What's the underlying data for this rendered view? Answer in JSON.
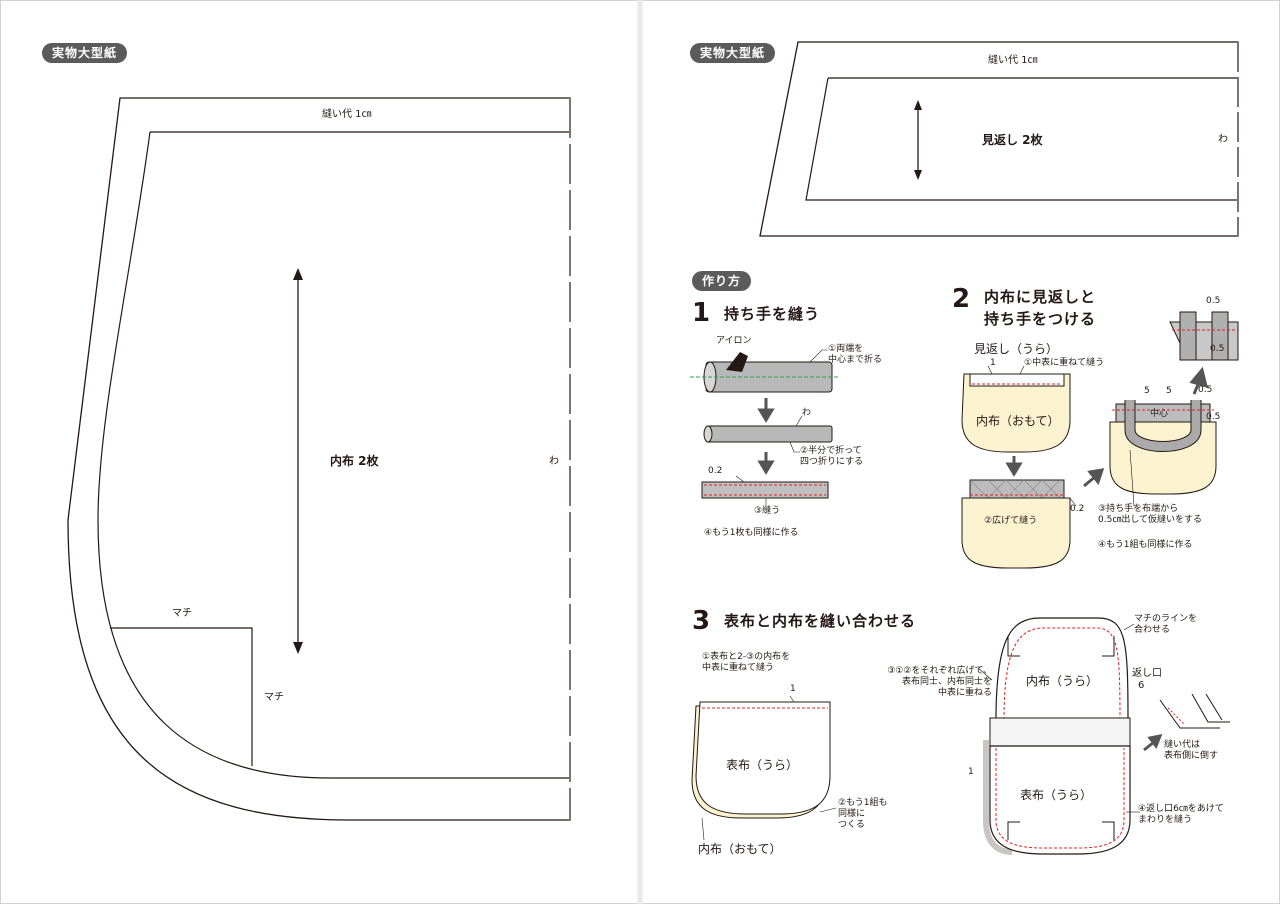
{
  "left_page": {
    "badge": "実物大型紙",
    "seam_allowance": "縫い代 1㎝",
    "piece_label": "内布  2枚",
    "fold_mark": "わ",
    "gusset_label_top": "マチ",
    "gusset_label_side": "マチ"
  },
  "right_page": {
    "badge": "実物大型紙",
    "facing": {
      "seam_allowance": "縫い代 1㎝",
      "piece_label": "見返し  2枚",
      "fold_mark": "わ"
    },
    "method_badge": "作り方",
    "step1": {
      "num": "1",
      "title": "持ち手を縫う",
      "iron": "アイロン",
      "note1": "①両端を\n中心まで折る",
      "fold": "わ",
      "note2": "②半分で折って\n四つ折りにする",
      "measure": "0.2",
      "note3": "③縫う",
      "note4": "④もう1枚も同様に作る"
    },
    "step2": {
      "num": "2",
      "title_line1": "内布に見返しと",
      "title_line2": "持ち手をつける",
      "facing_label": "見返し（うら）",
      "m1": "1",
      "note1": "①中表に重ねて縫う",
      "inner_label": "内布（おもて）",
      "note2": "②広げて縫う",
      "m02": "0.2",
      "m5a": "5",
      "m5b": "5",
      "center": "中心",
      "m05a": "0.5",
      "m05b": "0.5",
      "m05c": "0.5",
      "m05d": "0.5",
      "note3": "③持ち手を布端から\n0.5㎝出して仮縫いをする",
      "note4": "④もう1組も同様に作る"
    },
    "step3": {
      "num": "3",
      "title": "表布と内布を縫い合わせる",
      "note1": "①表布と2-③の内布を\n中表に重ねて縫う",
      "m1": "1",
      "outer_label": "表布（うら）",
      "note2": "②もう1組も\n同様に\nつくる",
      "inner_front": "内布（おもて）",
      "note3": "③①②をそれぞれ広げて、\n表布同士、内布同士を\n中表に重ねる",
      "inner_back": "内布（うら）",
      "outer_back": "表布（うら）",
      "gusset_note": "マチのラインを\n合わせる",
      "opening": "返し口",
      "opening_num": "6",
      "m1b": "1",
      "seam_note": "縫い代は\n表布側に倒す",
      "note4": "④返し口6㎝をあけて\nまわりを縫う"
    }
  }
}
